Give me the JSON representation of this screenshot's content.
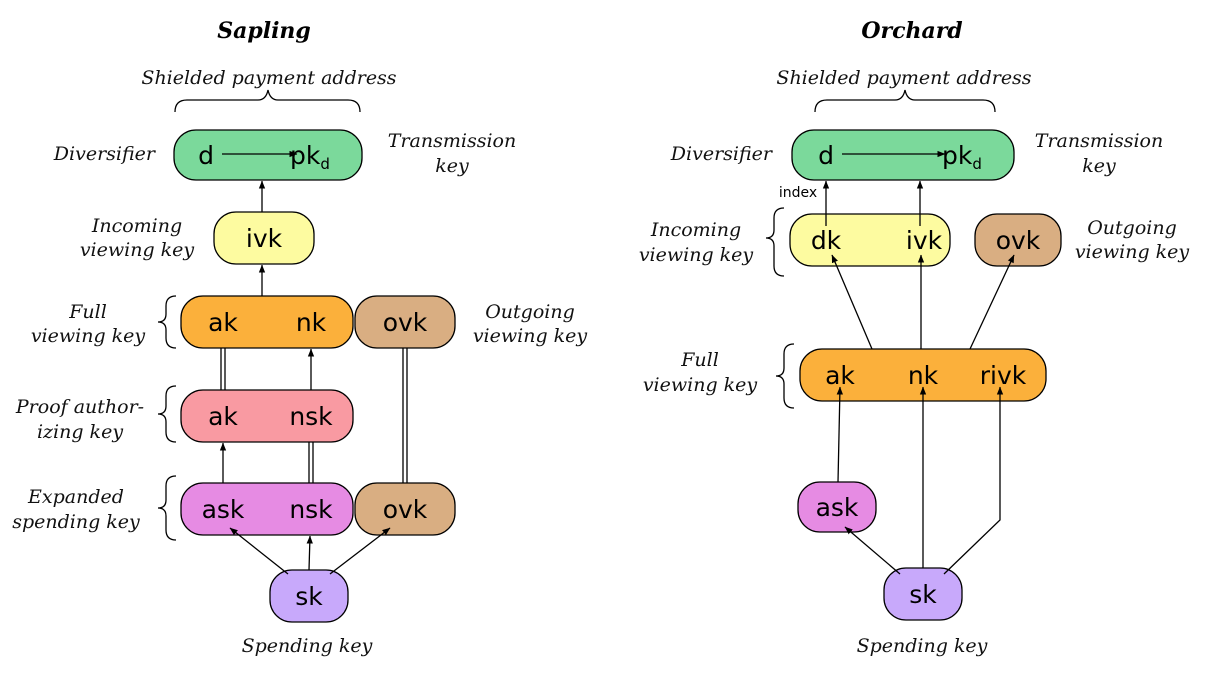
{
  "colors": {
    "green": "#7bd99b",
    "yellow": "#fdfba0",
    "orange": "#fbb03b",
    "pink": "#f99aa2",
    "violet": "#e68be3",
    "tan": "#d9ae82",
    "lavender": "#c8a9fb"
  },
  "sapling": {
    "title": "Sapling",
    "address_caption": "Shielded payment address",
    "labels": {
      "diversifier": "Diversifier",
      "transmission_1": "Transmission",
      "transmission_2": "key",
      "ivk_1": "Incoming",
      "ivk_2": "viewing key",
      "fvk_1": "Full",
      "fvk_2": "viewing key",
      "ovk_1": "Outgoing",
      "ovk_2": "viewing key",
      "pak_1": "Proof author-",
      "pak_2": "izing key",
      "esk_1": "Expanded",
      "esk_2": "spending key",
      "sk": "Spending key"
    },
    "nodes": {
      "d": "d",
      "pk": "pk",
      "pk_sub": "d",
      "ivk": "ivk",
      "fvk_ak": "ak",
      "fvk_nk": "nk",
      "ovk": "ovk",
      "pak_ak": "ak",
      "pak_nsk": "nsk",
      "ask": "ask",
      "nsk": "nsk",
      "ovk2": "ovk",
      "sk": "sk"
    }
  },
  "orchard": {
    "title": "Orchard",
    "address_caption": "Shielded payment address",
    "labels": {
      "diversifier": "Diversifier",
      "transmission_1": "Transmission",
      "transmission_2": "key",
      "index": "index",
      "ivk_1": "Incoming",
      "ivk_2": "viewing key",
      "ovk_1": "Outgoing",
      "ovk_2": "viewing key",
      "fvk_1": "Full",
      "fvk_2": "viewing key",
      "sk": "Spending key"
    },
    "nodes": {
      "d": "d",
      "pk": "pk",
      "pk_sub": "d",
      "dk": "dk",
      "ivk": "ivk",
      "ovk": "ovk",
      "ak": "ak",
      "nk": "nk",
      "rivk": "rivk",
      "ask": "ask",
      "sk": "sk"
    }
  }
}
